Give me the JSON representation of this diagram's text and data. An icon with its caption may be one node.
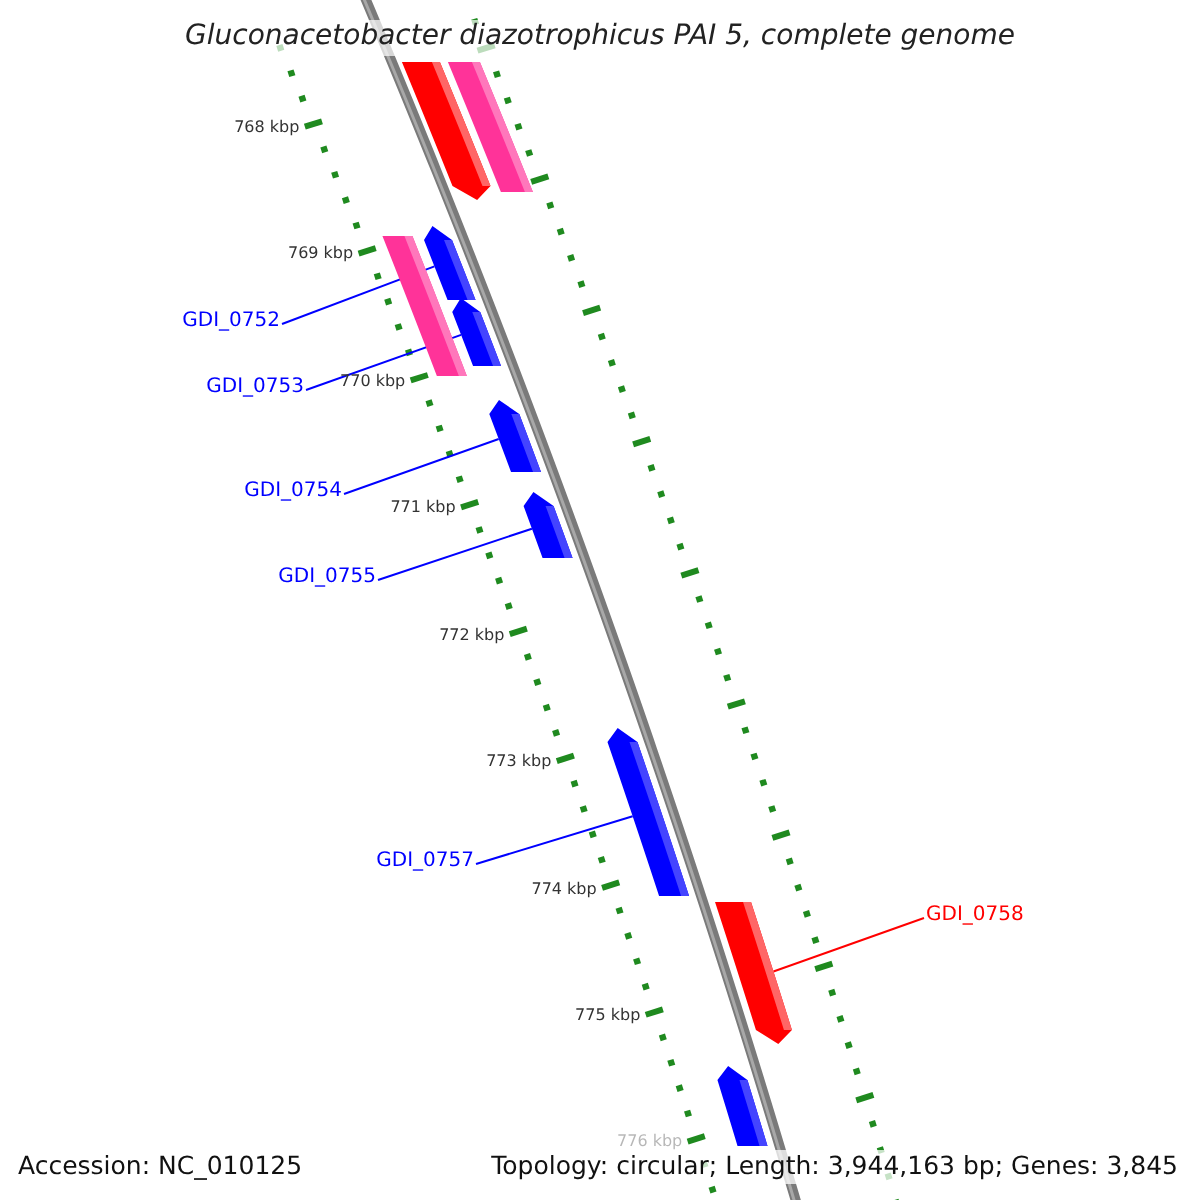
{
  "diagram": {
    "title": "Gluconacetobacter diazotrophicus PAI 5, complete genome",
    "nodes": [
      {
        "text": [],
        "shape": "arrow"
      },
      {
        "text": [],
        "shape": "arrow"
      },
      {
        "text": [],
        "shape": "arrow"
      },
      {
        "text": [],
        "shape": "arrow"
      },
      {
        "text": [
          "GDI_0752"
        ]
      },
      {
        "text": [],
        "shape": "arrow"
      },
      {
        "text": [
          "GDI_0753"
        ]
      },
      {
        "text": [],
        "shape": "arrow"
      },
      {
        "text": [
          "GDI_0754"
        ]
      },
      {
        "text": [],
        "shape": "arrow"
      },
      {
        "text": [
          "GDI_0755"
        ]
      },
      {
        "text": [],
        "shape": "arrow"
      },
      {
        "text": [
          "GDI_0757"
        ]
      },
      {
        "text": [],
        "shape": "arrow"
      },
      {
        "text": [
          "GDI_0758"
        ]
      },
      {
        "text": [],
        "shape": "arrow"
      }
    ],
    "edges": [
      {
        "from": 4,
        "to": 3,
        "arrow": "none"
      },
      {
        "from": 6,
        "to": 5,
        "arrow": "none"
      },
      {
        "from": 8,
        "to": 7,
        "arrow": "none"
      },
      {
        "from": 10,
        "to": 9,
        "arrow": "none"
      },
      {
        "from": 12,
        "to": 11,
        "arrow": "none"
      },
      {
        "from": 14,
        "to": 13,
        "arrow": "none",
        "color": "#ff0000"
      }
    ],
    "labels": [
      "768 kbp",
      "769 kbp",
      "770 kbp",
      "771 kbp",
      "772 kbp",
      "773 kbp",
      "774 kbp",
      "775 kbp",
      "776 kbp",
      "Accession: NC_010125",
      "Topology: circular; Length: 3,944,163 bp; Genes: 3,845"
    ]
  }
}
